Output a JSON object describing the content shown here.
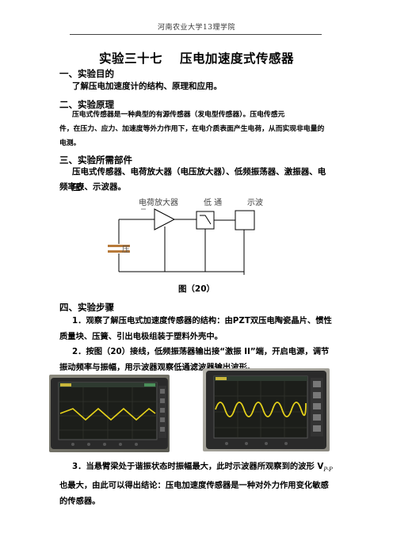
{
  "header": "河南农业大学13理学院",
  "title": {
    "number": "实验三十七",
    "name": "压电加速度式传感器"
  },
  "sections": {
    "purpose_heading": "一、实验目的",
    "purpose_text": "了解压电加速度计的结构、原理和应用。",
    "principle_heading": "二、实验原理",
    "principle_lines": [
      "压电式传感器是一种典型的有源传感器（发电型传感器）。压电传感元",
      "件，在压力、应力、加速度等外力作用下，在电介质表面产生电荷，从而实现非电量的",
      "电测。"
    ],
    "parts_heading": "三、实验所需部件",
    "parts_lines": [
      "压电式传感器、电荷放大器（电压放大器）、低频振荡器、激振器、电压/",
      "频率表、示波器。"
    ],
    "steps_heading": "四、实验步骤"
  },
  "diagram": {
    "label_amp": "电荷放大器",
    "label_lowpass": "低  通",
    "label_scope": "示波",
    "label_sensor": "压",
    "caption": "图（20）"
  },
  "steps": [
    "1．观察了解压电式加速度传感器的结构：由PZT双压电陶瓷晶片、惯性质量块、压簧、引出电极组装于塑料外壳中。",
    "2．按图（20）接线，低频振荡器输出接“激振 II”端，开启电源，调节振动频率与振幅，用示波器观察低通滤波器输出波形。"
  ],
  "step3": {
    "before": "3．当悬臂梁处于谐振状态时振幅最大，此时示波器所观察到的波形 V",
    "sub": "P-P",
    "after": "也最大，由此可以得出结论：压电加速度传感器是一种对外力作用变化敏感的传感器。"
  },
  "colors": {
    "waveform": "#e6d21a",
    "screen": "#1c1e1a",
    "bezel": "#2a2a2a"
  }
}
